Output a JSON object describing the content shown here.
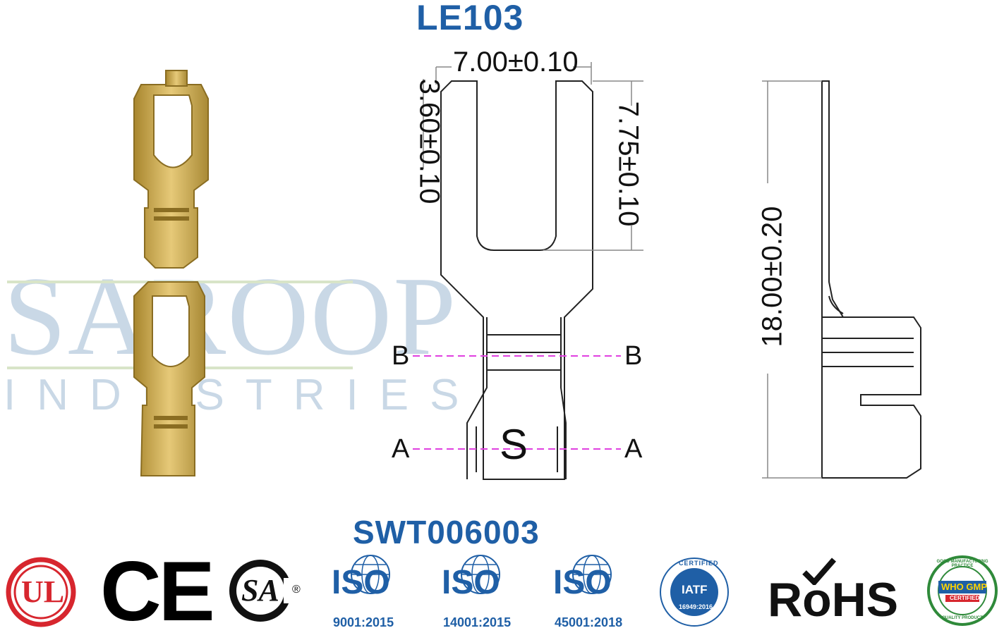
{
  "header": {
    "part_number": "LE103"
  },
  "watermark": {
    "company": "SAROOP",
    "division": "INDUSTRIES"
  },
  "drawing": {
    "width_dim": "7.00±0.10",
    "slot_depth_dim": "3.60±0.10",
    "fork_length_dim": "7.75±0.10",
    "overall_length_dim": "18.00±0.20",
    "section_b_left": "B",
    "section_b_right": "B",
    "section_a_left": "A",
    "section_a_right": "A",
    "center_mark": "S"
  },
  "footer": {
    "product_code": "SWT006003",
    "certifications": [
      {
        "name": "UL",
        "label": "UL"
      },
      {
        "name": "CE",
        "label": "CE"
      },
      {
        "name": "CSA",
        "label": "SA"
      },
      {
        "name": "ISO",
        "standard": "9001:2015"
      },
      {
        "name": "ISO",
        "standard": "14001:2015"
      },
      {
        "name": "ISO",
        "standard": "45001:2018"
      },
      {
        "name": "IATF",
        "ring_text": "CERTIFIED",
        "standard": "16949:2016"
      },
      {
        "name": "RoHS",
        "label": "RoHS"
      },
      {
        "name": "WHO GMP",
        "ring_text": "GOOD MANUFACTURING PRACTICE",
        "sub_text": "QUALITY PRODUCT",
        "badge": "CERTIFIED"
      }
    ]
  },
  "colors": {
    "brand_blue": "#1f5fa6",
    "section_line": "#e040e0",
    "brass": "#c9a640"
  }
}
